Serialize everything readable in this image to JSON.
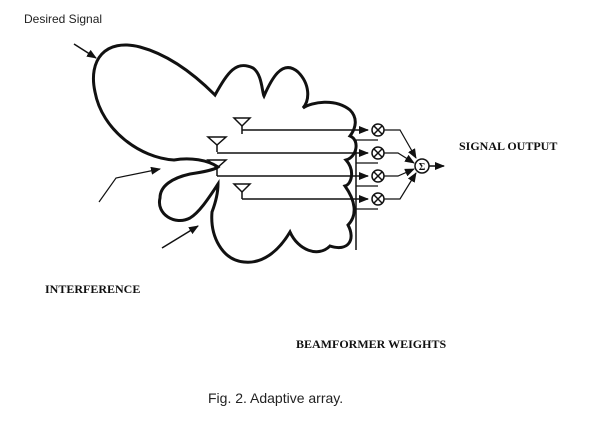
{
  "labels": {
    "desired_signal": "Desired Signal",
    "signal_output": "SIGNAL OUTPUT",
    "interference": "INTERFERENCE",
    "beamformer_weights": "BEAMFORMER WEIGHTS",
    "caption": "Fig. 2.  Adaptive array.",
    "sum_symbol": "Σ"
  }
}
